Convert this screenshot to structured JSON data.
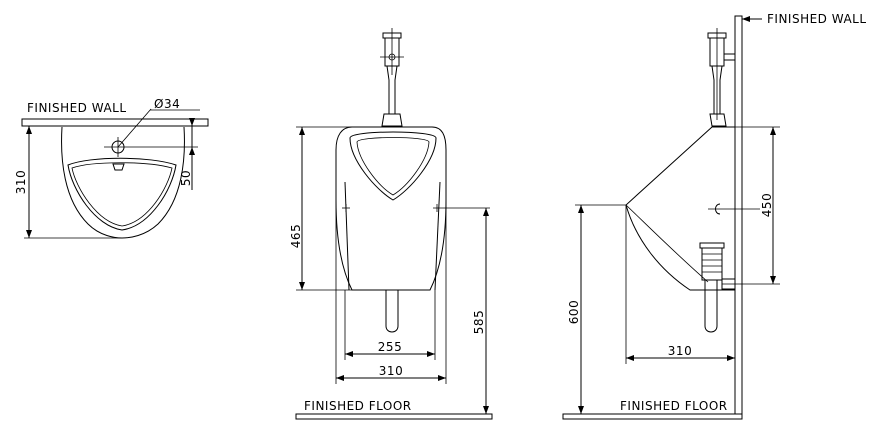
{
  "labels": {
    "finished_wall": "FINISHED  WALL",
    "finished_floor": "FINISHED  FLOOR",
    "diameter": "Ø34"
  },
  "dimensions": {
    "top_depth": "310",
    "top_offset": "50",
    "front_height": "465",
    "front_inlet_height": "585",
    "front_inner_width": "255",
    "front_outer_width": "310",
    "side_spud_spacing": "450",
    "side_rim_height": "600",
    "side_projection": "310"
  }
}
